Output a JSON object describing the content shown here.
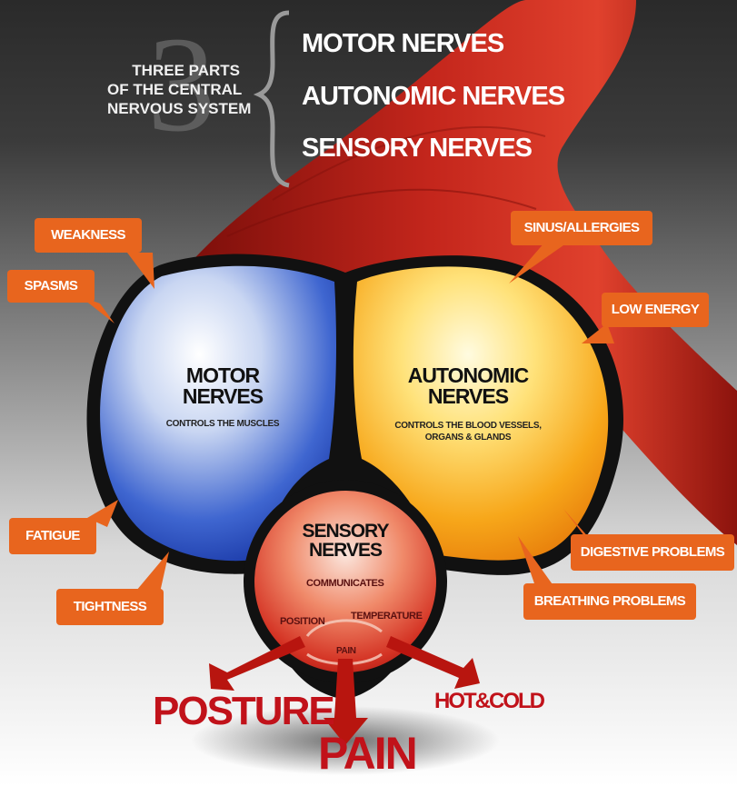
{
  "header": {
    "number": "3",
    "caption_lines": [
      "THREE PARTS",
      "OF THE CENTRAL",
      "NERVOUS SYSTEM"
    ],
    "list": [
      "MOTOR NERVES",
      "AUTONOMIC NERVES",
      "SENSORY NERVES"
    ]
  },
  "circles": {
    "motor": {
      "title_line1": "MOTOR",
      "title_line2": "NERVES",
      "subtitle": "CONTROLS THE MUSCLES"
    },
    "autonomic": {
      "title_line1": "AUTONOMIC",
      "title_line2": "NERVES",
      "subtitle_line1": "CONTROLS THE BLOOD VESSELS,",
      "subtitle_line2": "ORGANS & GLANDS"
    },
    "sensory": {
      "title_line1": "SENSORY",
      "title_line2": "NERVES",
      "subtitle": "COMMUNICATES",
      "cycle": [
        "POSITION",
        "TEMPERATURE",
        "PAIN"
      ]
    }
  },
  "tags": {
    "weakness": "WEAKNESS",
    "spasms": "SPASMS",
    "fatigue": "FATIGUE",
    "tightness": "TIGHTNESS",
    "sinus": "SINUS/ALLERGIES",
    "low_energy": "LOW ENERGY",
    "digestive": "DIGESTIVE PROBLEMS",
    "breathing": "BREATHING PROBLEMS"
  },
  "outputs": {
    "posture": "POSTURE",
    "pain": "PAIN",
    "hot_cold": "HOT&COLD"
  },
  "colors": {
    "tag_orange": "#e8651e",
    "motor_blue": "#2e55c8",
    "autonomic_yellow": "#f6b21a",
    "sensory_red": "#d8392a",
    "muscle_red": "#b8211a",
    "output_red": "#c1121a"
  }
}
